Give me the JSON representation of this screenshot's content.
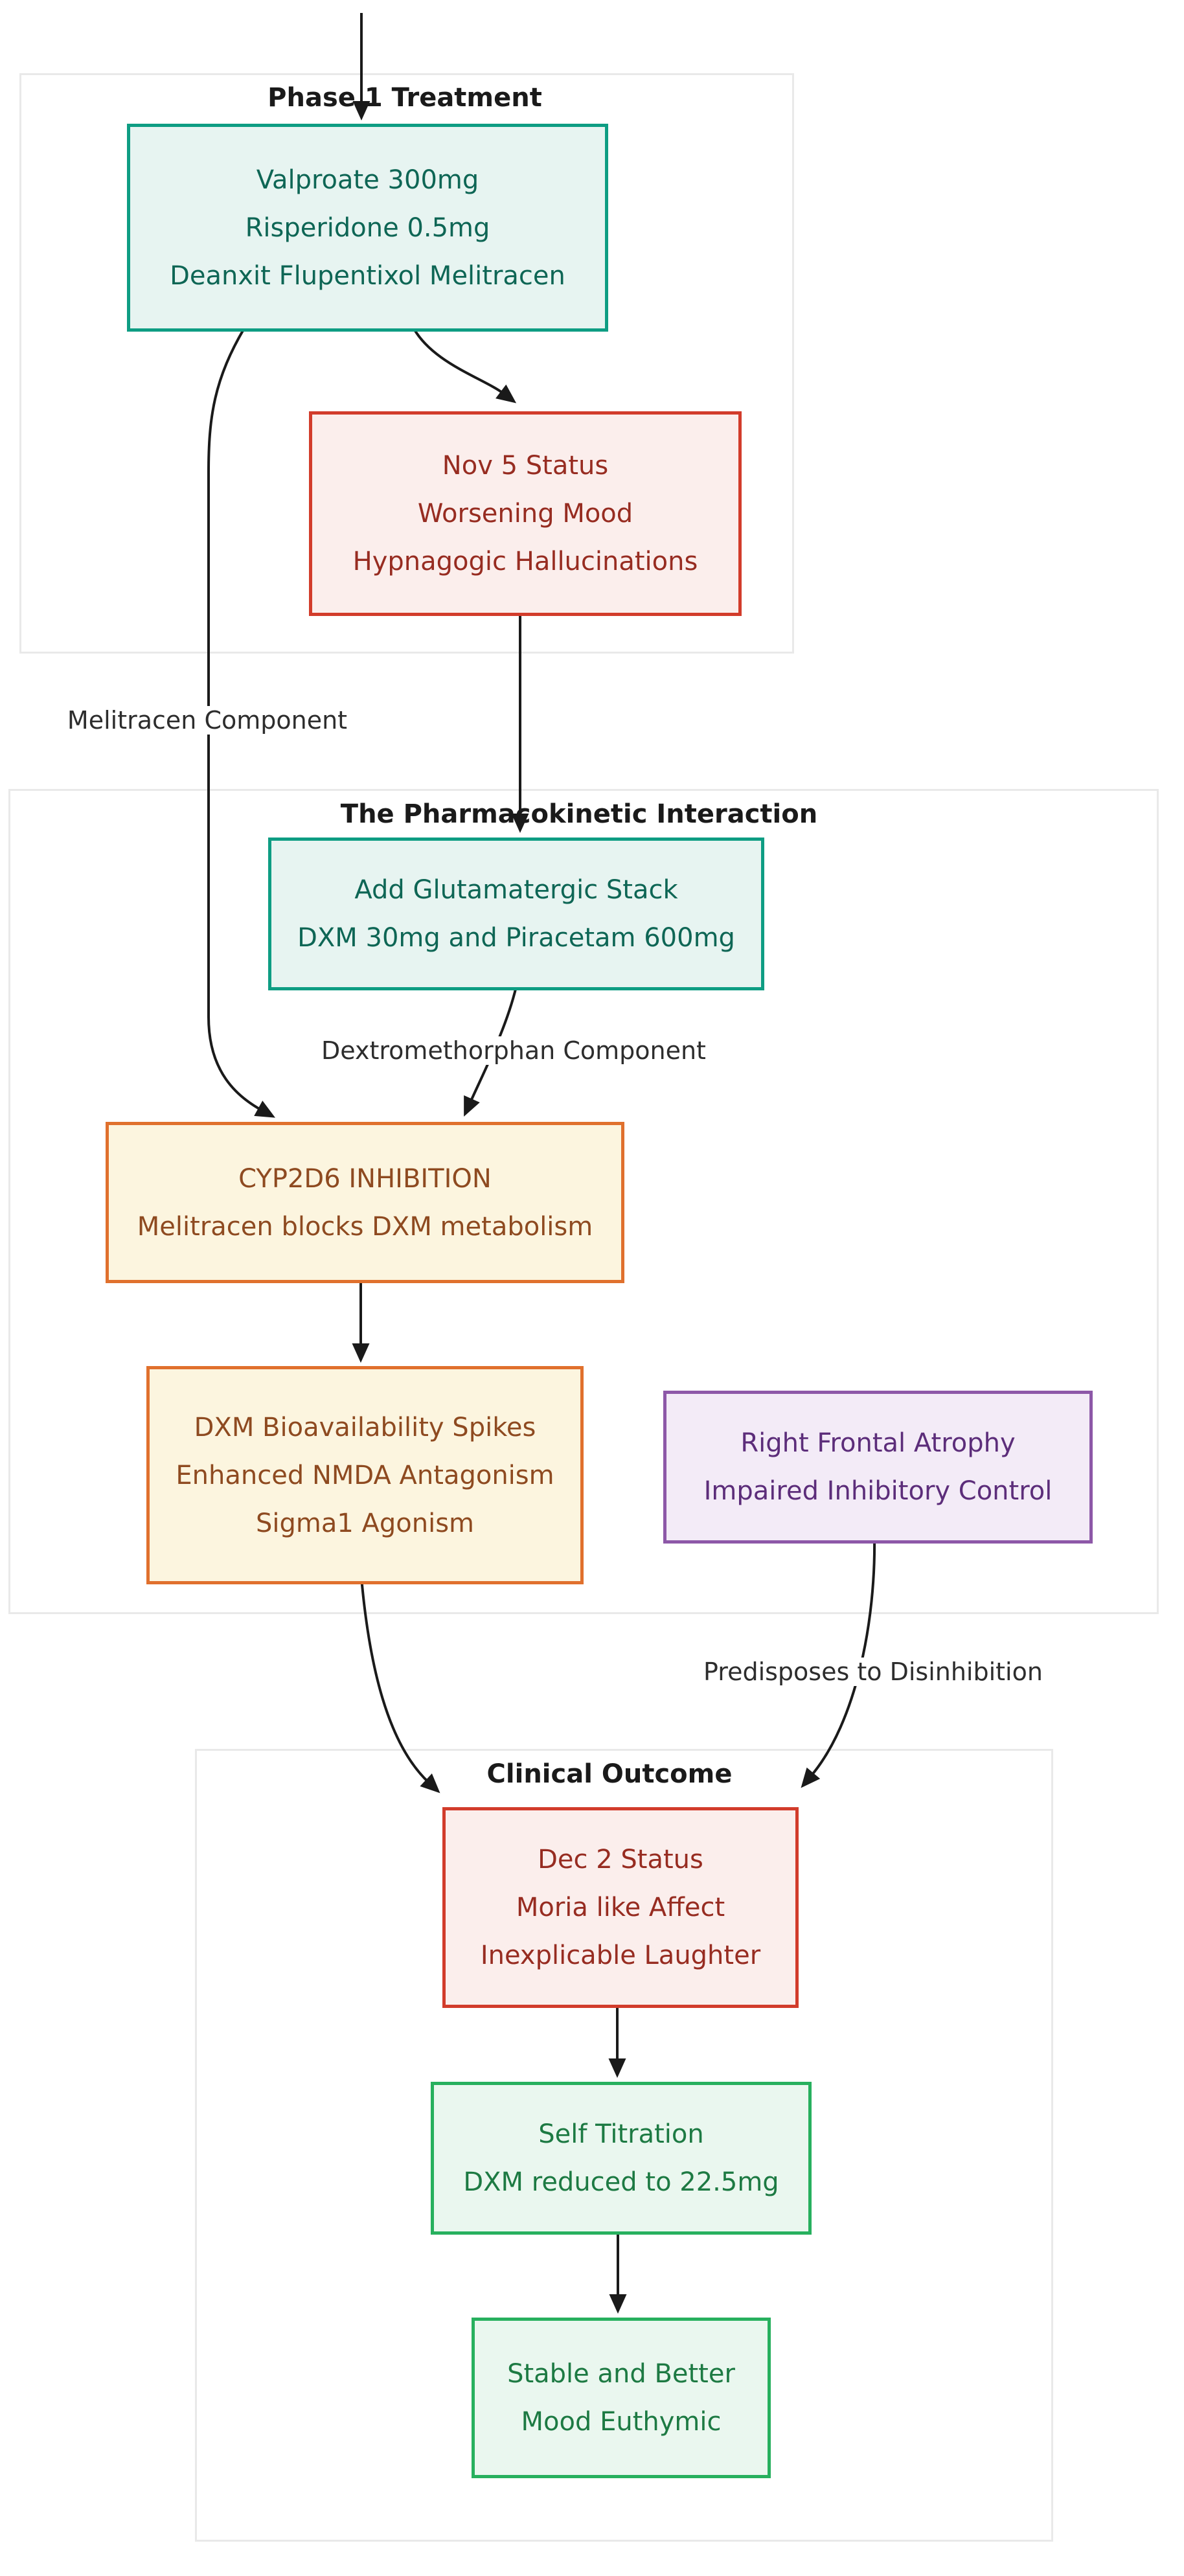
{
  "diagram": {
    "type": "flowchart",
    "subgraphs": [
      {
        "id": "phase1",
        "title": "Phase 1 Treatment"
      },
      {
        "id": "pk",
        "title": "The Pharmacokinetic Interaction"
      },
      {
        "id": "outcome",
        "title": "Clinical Outcome"
      }
    ],
    "nodes": {
      "treatment": {
        "lines": [
          "Valproate 300mg",
          "Risperidone 0.5mg",
          "Deanxit Flupentixol Melitracen"
        ],
        "color_role": "teal",
        "subgraph": "Phase 1 Treatment"
      },
      "nov5": {
        "lines": [
          "Nov 5 Status",
          "Worsening Mood",
          "Hypnagogic Hallucinations"
        ],
        "color_role": "red",
        "subgraph": "Phase 1 Treatment"
      },
      "glutamatergic": {
        "lines": [
          "Add Glutamatergic Stack",
          "DXM 30mg and Piracetam 600mg"
        ],
        "color_role": "teal",
        "subgraph": "The Pharmacokinetic Interaction"
      },
      "cyp2d6": {
        "lines": [
          "CYP2D6 INHIBITION",
          "Melitracen blocks DXM metabolism"
        ],
        "color_role": "orange",
        "subgraph": "The Pharmacokinetic Interaction"
      },
      "dxmspike": {
        "lines": [
          "DXM Bioavailability Spikes",
          "Enhanced NMDA Antagonism",
          "Sigma1 Agonism"
        ],
        "color_role": "orange",
        "subgraph": "The Pharmacokinetic Interaction"
      },
      "atrophy": {
        "lines": [
          "Right Frontal Atrophy",
          "Impaired Inhibitory Control"
        ],
        "color_role": "purple",
        "subgraph": "The Pharmacokinetic Interaction"
      },
      "dec2": {
        "lines": [
          "Dec 2 Status",
          "Moria like Affect",
          "Inexplicable Laughter"
        ],
        "color_role": "red",
        "subgraph": "Clinical Outcome"
      },
      "titration": {
        "lines": [
          "Self Titration",
          "DXM reduced to 22.5mg"
        ],
        "color_role": "green",
        "subgraph": "Clinical Outcome"
      },
      "stable": {
        "lines": [
          "Stable and Better",
          "Mood Euthymic"
        ],
        "color_role": "green",
        "subgraph": "Clinical Outcome"
      }
    },
    "edges": [
      {
        "from": "start",
        "to": "treatment",
        "label": ""
      },
      {
        "from": "treatment",
        "to": "nov5",
        "label": ""
      },
      {
        "from": "treatment",
        "to": "cyp2d6",
        "label": "Melitracen Component"
      },
      {
        "from": "nov5",
        "to": "glutamatergic",
        "label": ""
      },
      {
        "from": "glutamatergic",
        "to": "cyp2d6",
        "label": "Dextromethorphan Component"
      },
      {
        "from": "cyp2d6",
        "to": "dxmspike",
        "label": ""
      },
      {
        "from": "dxmspike",
        "to": "dec2",
        "label": ""
      },
      {
        "from": "atrophy",
        "to": "dec2",
        "label": "Predisposes to Disinhibition"
      },
      {
        "from": "dec2",
        "to": "titration",
        "label": ""
      },
      {
        "from": "titration",
        "to": "stable",
        "label": ""
      }
    ],
    "edge_labels": {
      "melitracen": "Melitracen Component",
      "dxm": "Dextromethorphan Component",
      "predisposes": "Predisposes to Disinhibition"
    },
    "colors": {
      "teal_border": "#0e9d83",
      "teal_fill": "#e7f4f1",
      "teal_text": "#0e6655",
      "green_border": "#27b05e",
      "green_fill": "#eaf7ef",
      "green_text": "#1d7a43",
      "red_border": "#d23c2b",
      "red_fill": "#fbeeec",
      "red_text": "#972c21",
      "orange_border": "#e0702d",
      "orange_fill": "#fcf5df",
      "orange_text": "#8e4a20",
      "purple_border": "#8d58a8",
      "purple_fill": "#f3ebf7",
      "purple_text": "#5c2d7a",
      "edge_line": "#1a1a1a",
      "subgraph_border": "#e9e9e9"
    }
  }
}
